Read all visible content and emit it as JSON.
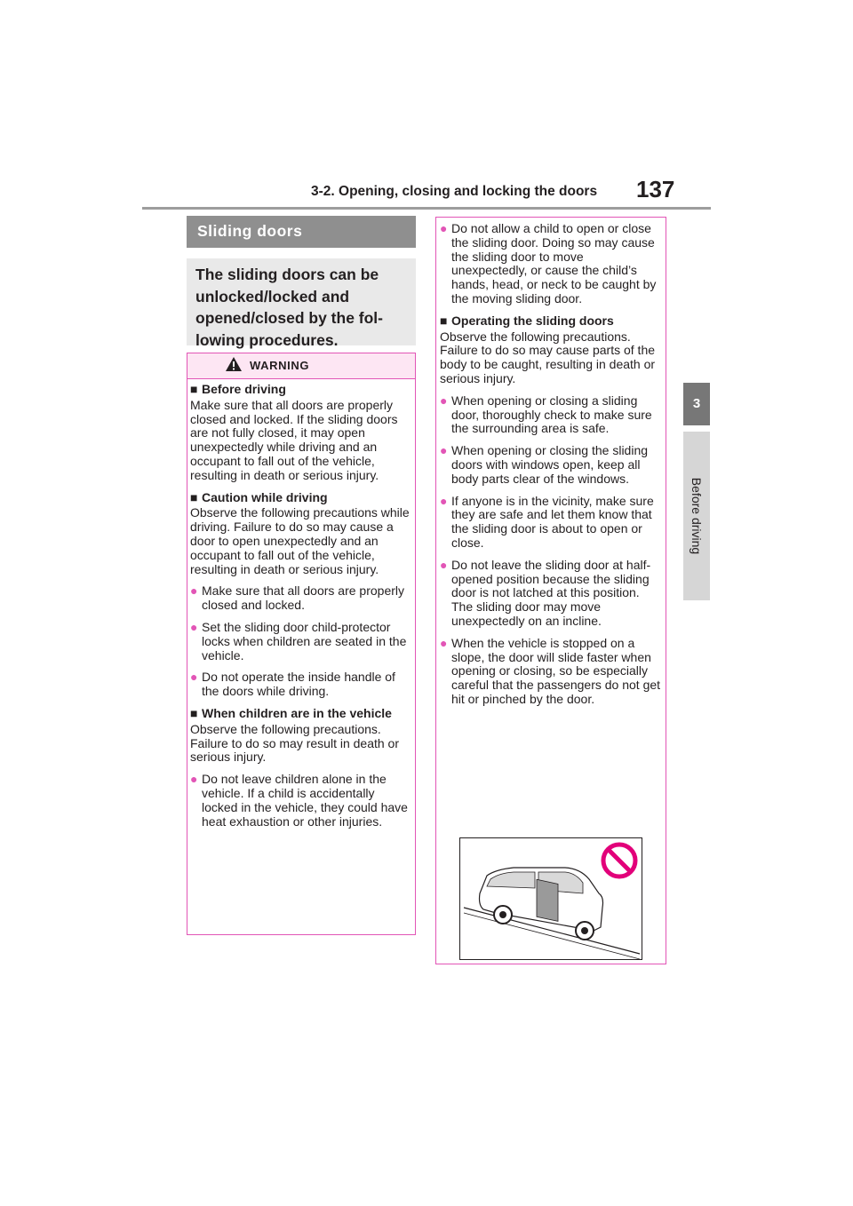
{
  "header": {
    "section": "3-2. Opening, closing and locking the doors",
    "page_number": "137"
  },
  "side_tab": {
    "chapter": "3",
    "label": "Before driving"
  },
  "section_title": "Sliding doors",
  "intro": "The sliding doors can be unlocked/locked and opened/closed by the fol-lowing procedures.",
  "warning": {
    "title": "WARNING",
    "left_blocks": [
      {
        "kind": "heading",
        "text": "Before driving"
      },
      {
        "kind": "para",
        "text": "Make sure that all doors are properly closed and locked. If the sliding doors are not fully closed, it may open unexpectedly while driving and an occupant to fall out of the vehicle, resulting in death or serious injury."
      },
      {
        "kind": "heading",
        "text": "Caution while driving"
      },
      {
        "kind": "para",
        "text": "Observe the following precautions while driving. Failure to do so may cause a door to open unexpectedly and an occupant to fall out of the vehicle, resulting in death or serious injury."
      },
      {
        "kind": "bullet",
        "text": "Make sure that all doors are properly closed and locked."
      },
      {
        "kind": "bullet",
        "text": "Set the sliding door child-protector locks when children are seated in the vehicle."
      },
      {
        "kind": "bullet",
        "text": "Do not operate the inside handle of the doors while driving."
      },
      {
        "kind": "heading",
        "text": "When children are in the vehicle"
      },
      {
        "kind": "para",
        "text": "Observe the following precautions. Failure to do so may result in death or serious injury."
      },
      {
        "kind": "bullet",
        "text": "Do not leave children alone in the vehicle. If a child is accidentally locked in the vehicle, they could have heat exhaustion or other injuries."
      }
    ],
    "right_blocks": [
      {
        "kind": "bullet",
        "text": "Do not allow a child to open or close the sliding door. Doing so may cause the sliding door to move unexpectedly, or cause the child’s hands, head, or neck to be caught by the moving sliding door."
      },
      {
        "kind": "heading",
        "text": "Operating the sliding doors"
      },
      {
        "kind": "para",
        "text": "Observe the following precautions. Failure to do so may cause parts of the body to be caught, resulting in death or serious injury."
      },
      {
        "kind": "bullet",
        "text": "When opening or closing a sliding door, thoroughly check to make sure the surrounding area is safe."
      },
      {
        "kind": "bullet",
        "text": "When opening or closing the sliding doors with windows open, keep all body parts clear of the windows."
      },
      {
        "kind": "bullet",
        "text": "If anyone is in the vicinity, make sure they are safe and let them know that the sliding door is about to open or close."
      },
      {
        "kind": "bullet",
        "text": "Do not leave the sliding door at half-opened position because the sliding door is not latched at this position. The sliding door may move unexpectedly on an incline."
      },
      {
        "kind": "bullet",
        "text": "When the vehicle is stopped on a slope, the door will slide faster when opening or closing, so be especially careful that the passengers do not get hit or pinched by the door."
      }
    ]
  },
  "icons": {
    "warning": "warning-triangle-icon",
    "prohibition": "prohibition-icon"
  },
  "colors": {
    "accent": "#e255b6",
    "warning_bg": "#fde6f3",
    "section_bar": "#8f8f8f",
    "intro_bg": "#e9e9e9"
  }
}
